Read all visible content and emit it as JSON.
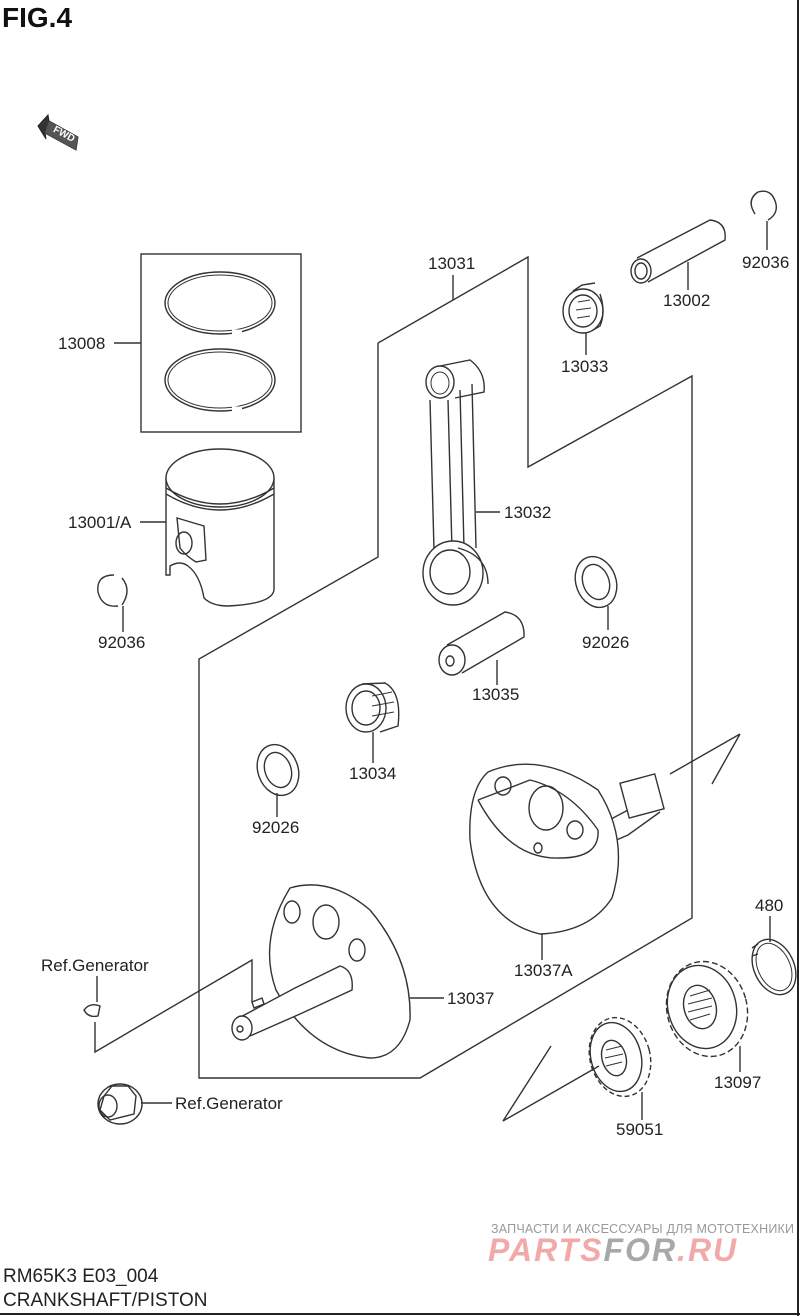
{
  "figure": {
    "title": "FIG.4",
    "fwd_badge": "FWD",
    "model_code": "RM65K3 E03_004",
    "section_name": "CRANKSHAFT/PISTON"
  },
  "parts": [
    {
      "id": "piston-ring-set",
      "number": "13008"
    },
    {
      "id": "piston",
      "number": "13001/A"
    },
    {
      "id": "piston-circlip-left",
      "number": "92036"
    },
    {
      "id": "connecting-rod-set",
      "number": "13031"
    },
    {
      "id": "connecting-rod",
      "number": "13032"
    },
    {
      "id": "small-end-bearing",
      "number": "13033"
    },
    {
      "id": "piston-pin",
      "number": "13002"
    },
    {
      "id": "piston-circlip-right",
      "number": "92036"
    },
    {
      "id": "thrust-washer-right",
      "number": "92026"
    },
    {
      "id": "crank-pin",
      "number": "13035"
    },
    {
      "id": "big-end-bearing",
      "number": "13034"
    },
    {
      "id": "thrust-washer-left",
      "number": "92026"
    },
    {
      "id": "crankshaft-right",
      "number": "13037A"
    },
    {
      "id": "crankshaft-left",
      "number": "13037"
    },
    {
      "id": "circlip",
      "number": "480"
    },
    {
      "id": "primary-gear",
      "number": "13097"
    },
    {
      "id": "spacer-gear",
      "number": "59051"
    }
  ],
  "references": {
    "key_ref": "Ref.Generator",
    "nut_ref": "Ref.Generator"
  },
  "watermark": {
    "tagline": "ЗАПЧАСТИ И АКСЕССУАРЫ ДЛЯ МОТОТЕХНИКИ",
    "logo_part1": "PARTS",
    "logo_part2": "FOR",
    "logo_part3": ".RU"
  }
}
